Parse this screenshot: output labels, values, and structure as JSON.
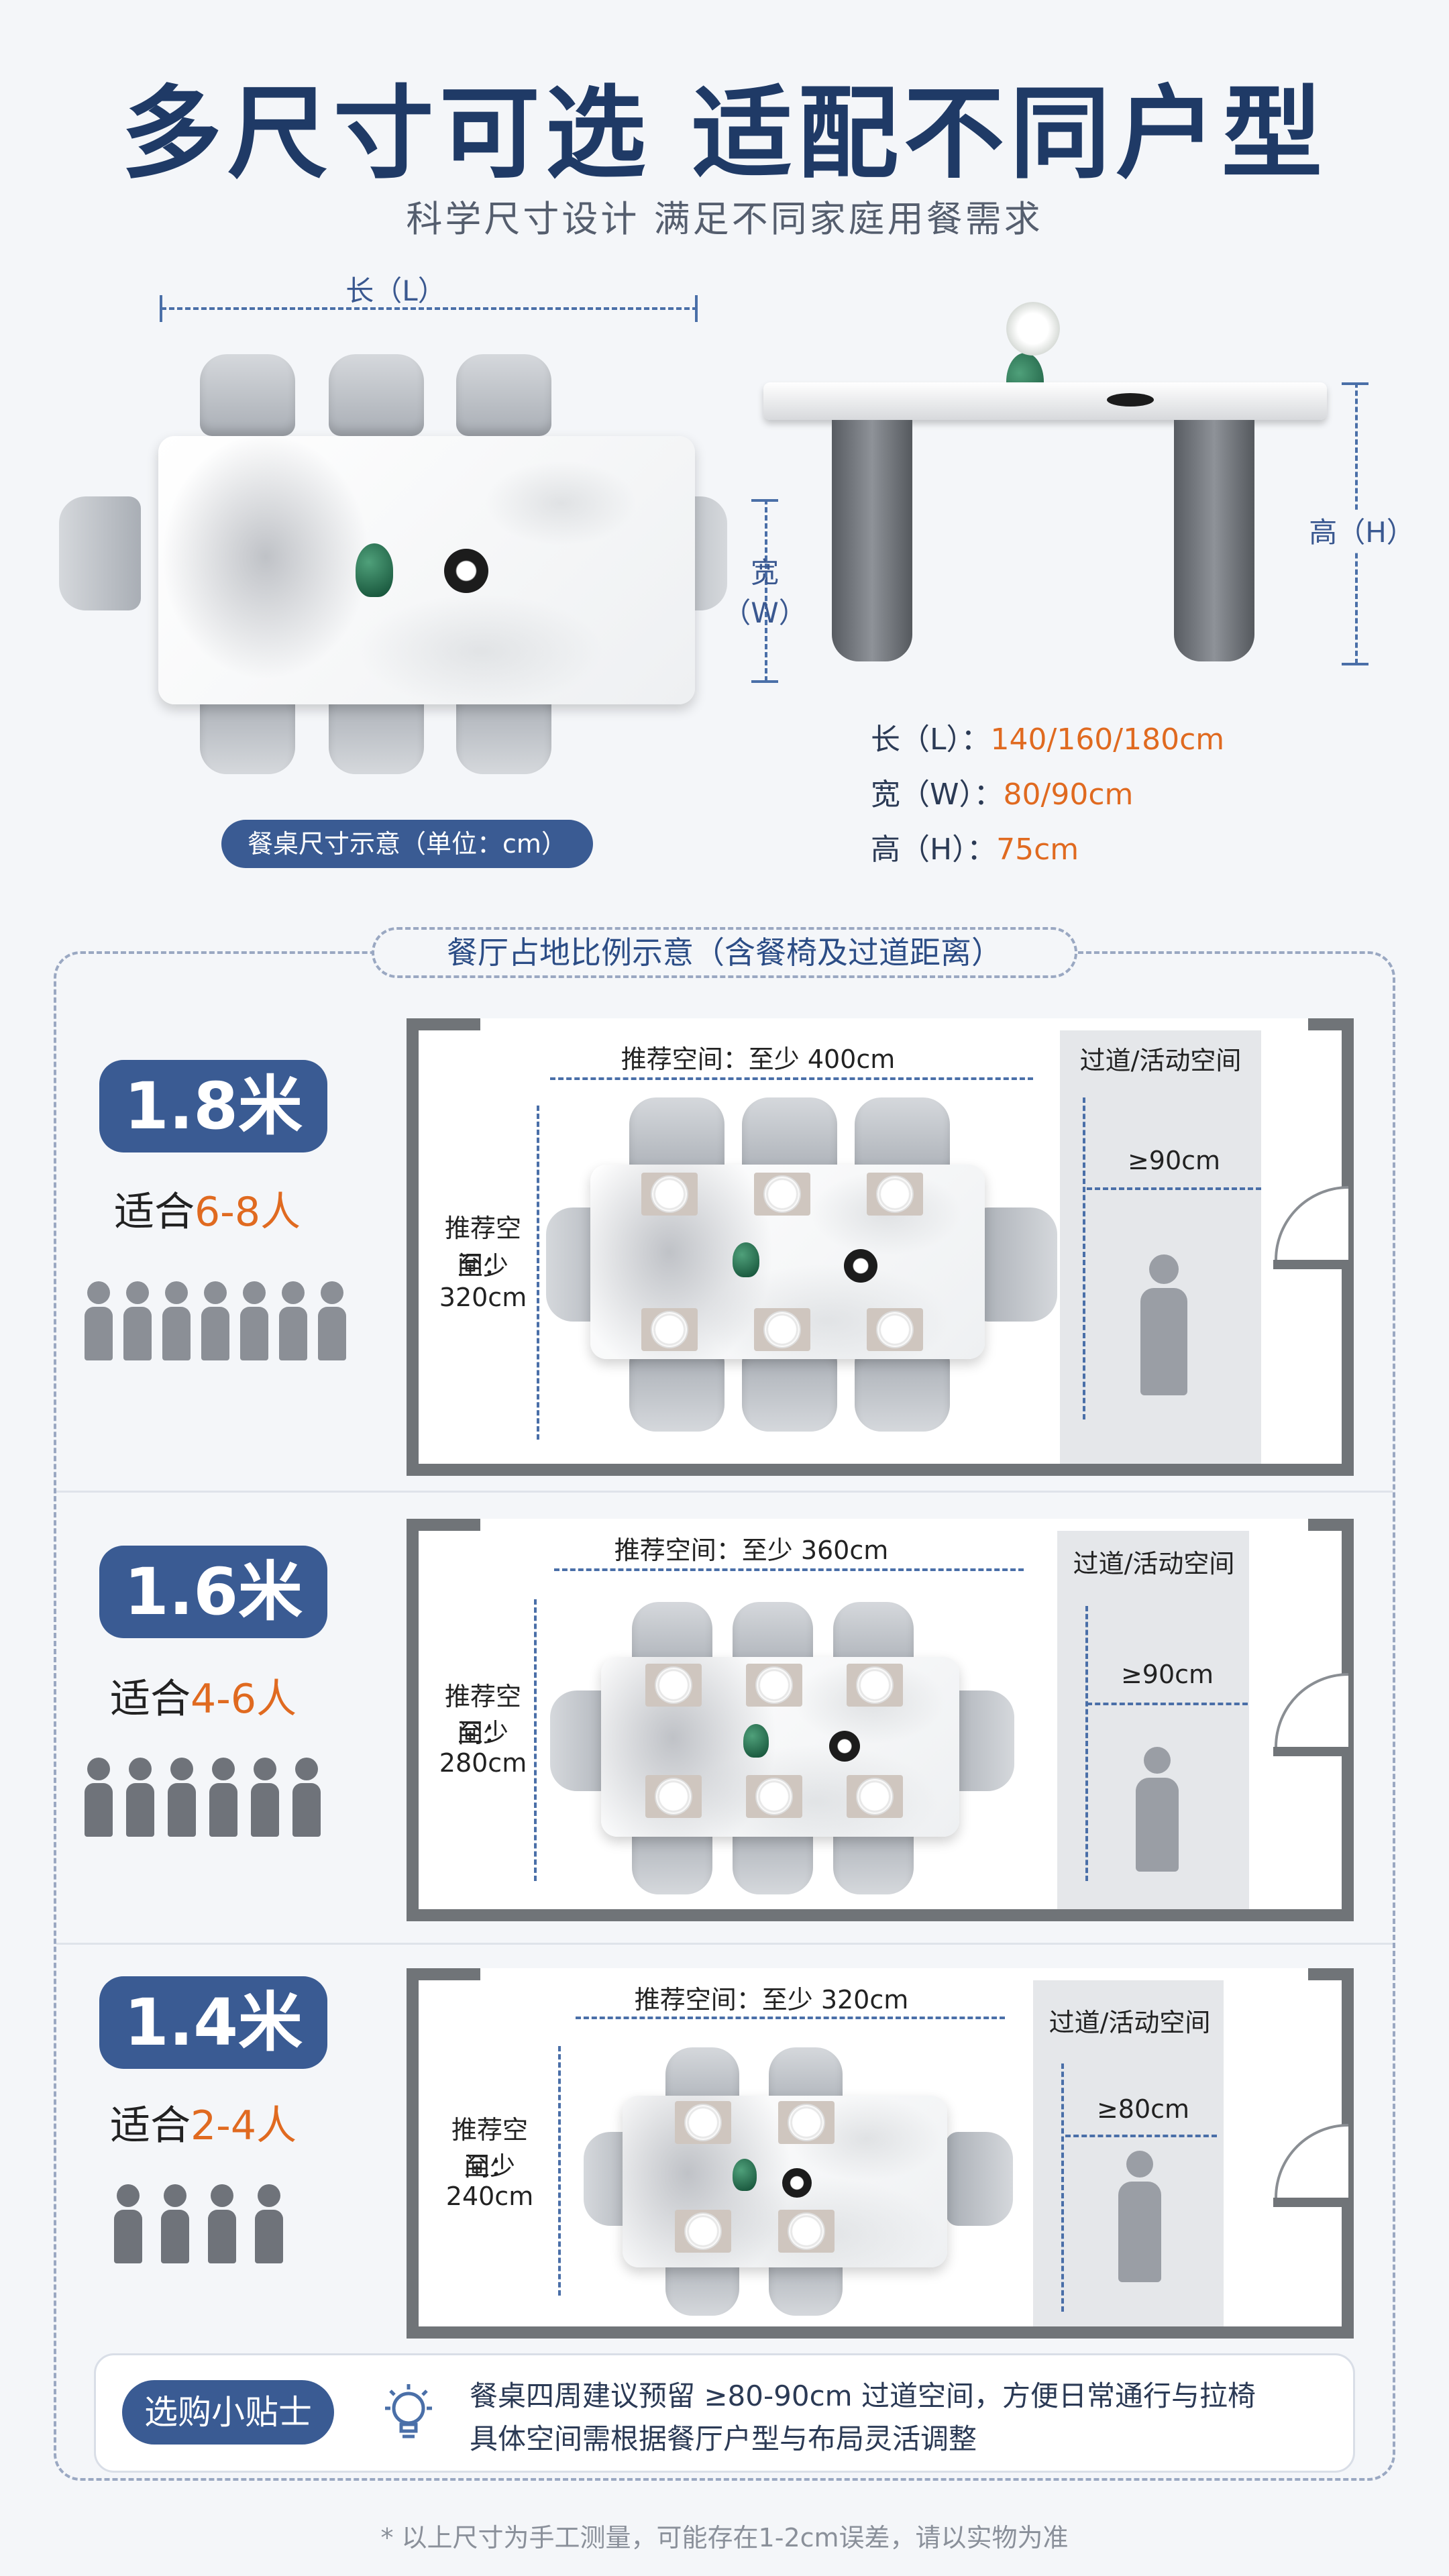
{
  "header": {
    "title": "多尺寸可选  适配不同户型",
    "subtitle": "科学尺寸设计  满足不同家庭用餐需求"
  },
  "dimensions": {
    "length_label": "长（L）",
    "width_label_1": "宽",
    "width_label_2": "（W）",
    "height_label": "高（H）",
    "caption": "餐桌尺寸示意（单位：cm）",
    "specs": [
      {
        "label": "长（L）：",
        "value": "140/160/180cm"
      },
      {
        "label": "宽（W）：",
        "value": "80/90cm"
      },
      {
        "label": "高（H）：",
        "value": "75cm"
      }
    ]
  },
  "rooms": {
    "section_title": "餐厅占地比例示意（含餐椅及过道距离）",
    "aisle_label": "过道/活动空间",
    "rec_label": "推荐空间：",
    "at_least": "至少",
    "items": [
      {
        "size": "1.8米",
        "suit_prefix": "适合",
        "suit_range": "6-8人",
        "people": 7,
        "rec_width": "推荐空间：至少 400cm",
        "rec_depth": "320cm",
        "aisle": "≥90cm"
      },
      {
        "size": "1.6米",
        "suit_prefix": "适合",
        "suit_range": "4-6人",
        "people": 6,
        "rec_width": "推荐空间：至少 360cm",
        "rec_depth": "280cm",
        "aisle": "≥90cm"
      },
      {
        "size": "1.4米",
        "suit_prefix": "适合",
        "suit_range": "2-4人",
        "people": 4,
        "rec_width": "推荐空间：至少 320cm",
        "rec_depth": "240cm",
        "aisle": "≥80cm"
      }
    ]
  },
  "tips": {
    "title": "选购小贴士",
    "line1": "餐桌四周建议预留 ≥80-90cm 过道空间，方便日常通行与拉椅",
    "line2": "具体空间需根据餐厅户型与布局灵活调整"
  },
  "footer": "* 以上尺寸为手工测量，可能存在1-2cm误差，请以实物为准",
  "colors": {
    "accent": "#3a5b93",
    "highlight": "#e06a20",
    "title": "#1f3a66"
  }
}
